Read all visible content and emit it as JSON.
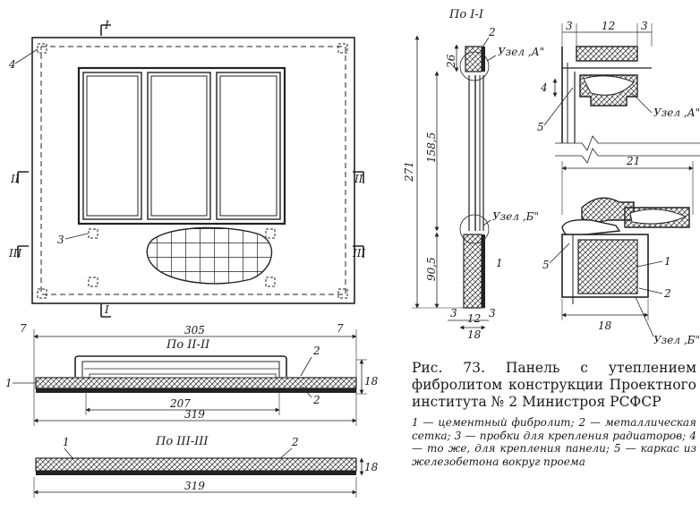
{
  "figure": {
    "caption_title": "Рис. 73. Панель с утеплением фибролитом конструкции Проектного института № 2 Министроя РСФСР",
    "legend": "1 — цементный фибролит; 2 — металлическая сетка; 3 — пробки для крепления радиаторов; 4 — то же, для крепления панели; 5 — каркас из железобетона вокруг проема"
  },
  "front_view": {
    "section_mark_top": "I",
    "section_mark_bottom": "I",
    "section_mark_left_upper": "II",
    "section_mark_right_upper": "II",
    "section_mark_left_lower": "III",
    "section_mark_right_lower": "III",
    "callout_4": "4",
    "callout_3": "3"
  },
  "section_2": {
    "title": "По II-II",
    "dim_left": "7",
    "dim_right": "7",
    "dim_top": "305",
    "dim_inner": "207",
    "dim_total": "319",
    "dim_height": "18",
    "callout_1": "1",
    "callout_2a": "2",
    "callout_2b": "2"
  },
  "section_3": {
    "title": "По III-III",
    "dim_total": "319",
    "dim_height": "18",
    "callout_1": "1",
    "callout_2": "2"
  },
  "section_1": {
    "title": "По I-I",
    "dim_26": "26",
    "dim_271": "271",
    "dim_1585": "158,5",
    "dim_905": "90,5",
    "dim_3_left": "3",
    "dim_3_right": "3",
    "dim_12": "12",
    "dim_18": "18",
    "callout_1": "1",
    "callout_2": "2",
    "node_a": "Узел ,А\"",
    "node_b": "Узел ,Б\""
  },
  "details": {
    "dim_3_left": "3",
    "dim_12": "12",
    "dim_3_right": "3",
    "dim_4": "4",
    "dim_21": "21",
    "dim_18": "18",
    "node_a": "Узел ,А\"",
    "node_b": "Узел ,Б\"",
    "callout_5_upper": "5",
    "callout_5_lower": "5",
    "callout_1": "1",
    "callout_2": "2"
  }
}
